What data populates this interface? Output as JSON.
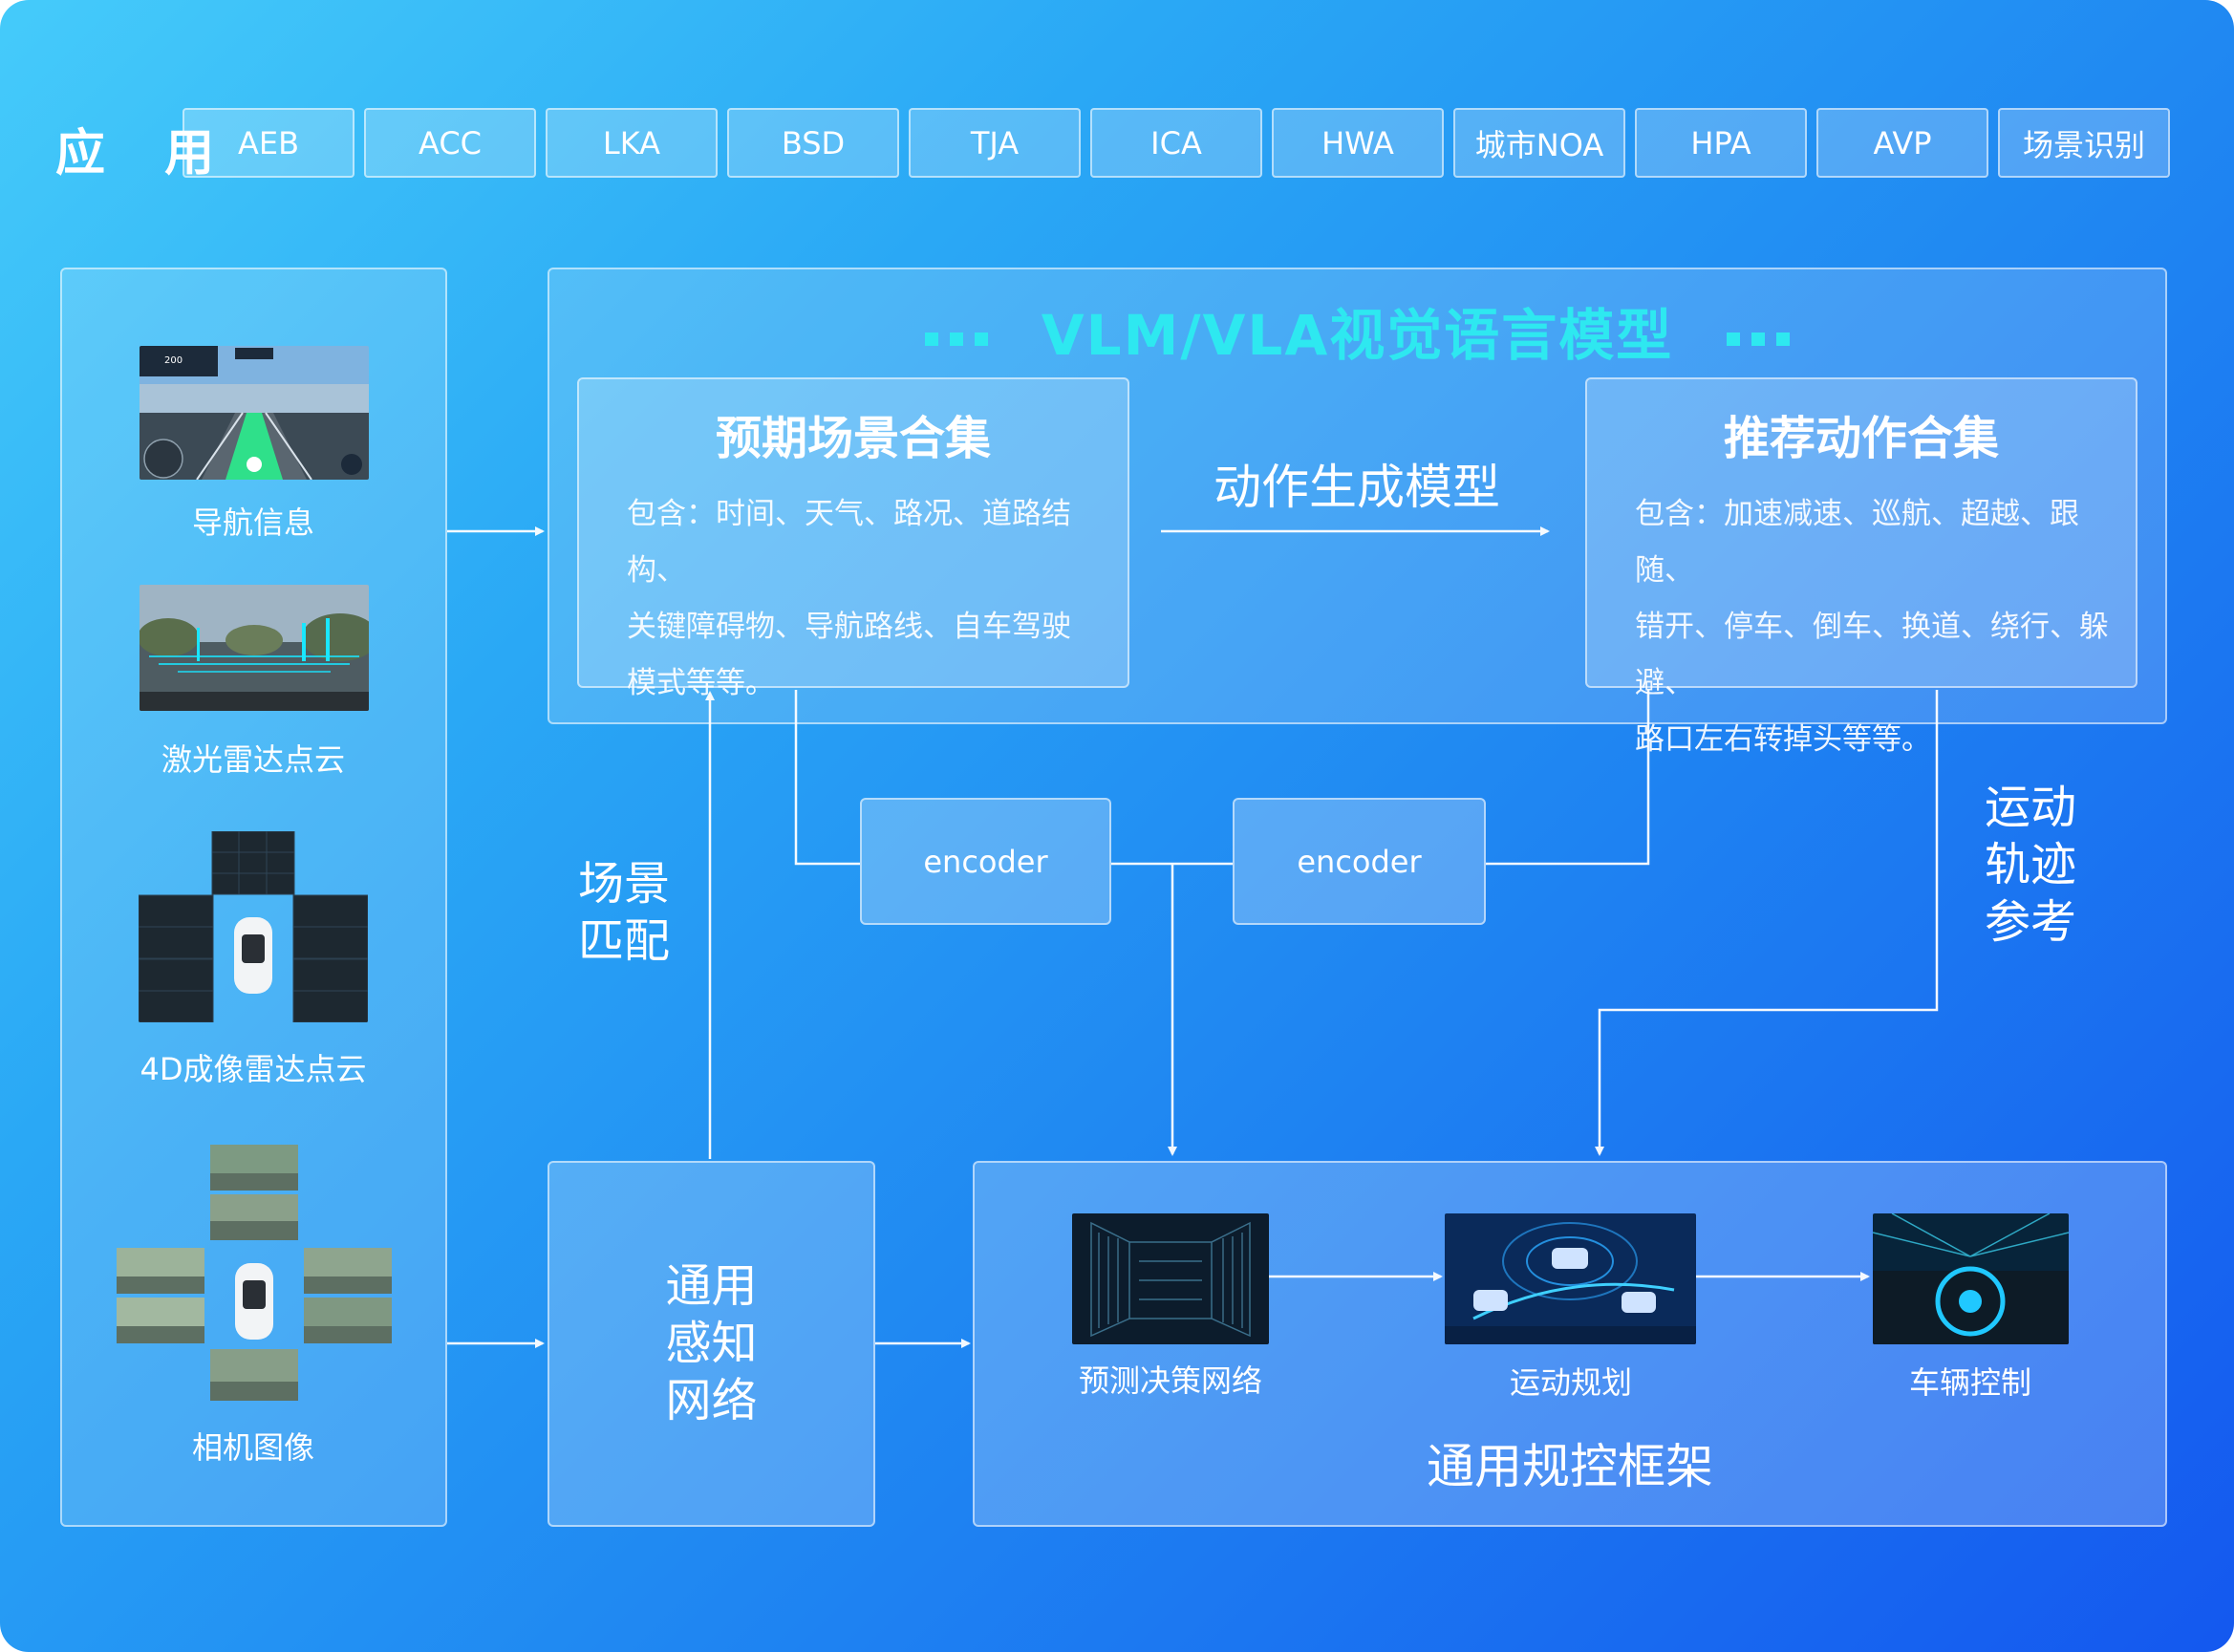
{
  "application": {
    "title": "应 用",
    "items": [
      "AEB",
      "ACC",
      "LKA",
      "BSD",
      "TJA",
      "ICA",
      "HWA",
      "城市NOA",
      "HPA",
      "AVP",
      "场景识别"
    ]
  },
  "sensors": {
    "navigation": "导航信息",
    "lidar": "激光雷达点云",
    "radar4d": "4D成像雷达点云",
    "camera": "相机图像",
    "nav_hud": {
      "distance": "200"
    }
  },
  "vlm": {
    "title": "VLM/VLA视觉语言模型",
    "expected": {
      "title": "预期场景合集",
      "lines": [
        "包含：时间、天气、路况、道路结构、",
        "关键障碍物、导航路线、自车驾驶",
        "模式等等。"
      ]
    },
    "action_model": "动作生成模型",
    "recommended": {
      "title": "推荐动作合集",
      "lines": [
        "包含：加速减速、巡航、超越、跟随、",
        "错开、停车、倒车、换道、绕行、躲避、",
        "路口左右转掉头等等。"
      ]
    }
  },
  "encoders": [
    "encoder",
    "encoder"
  ],
  "scene_match": [
    "场景",
    "匹配"
  ],
  "motion_ref": [
    "运动",
    "轨迹",
    "参考"
  ],
  "perception": [
    "通用",
    "感知",
    "网络"
  ],
  "control": {
    "title": "通用规控框架",
    "steps": [
      "预测决策网络",
      "运动规划",
      "车辆控制"
    ]
  },
  "colors": {
    "accent_cyan": "#2ee8f0",
    "bg_start": "#45cbfa",
    "bg_end": "#1458ef",
    "line": "#ffffff"
  }
}
